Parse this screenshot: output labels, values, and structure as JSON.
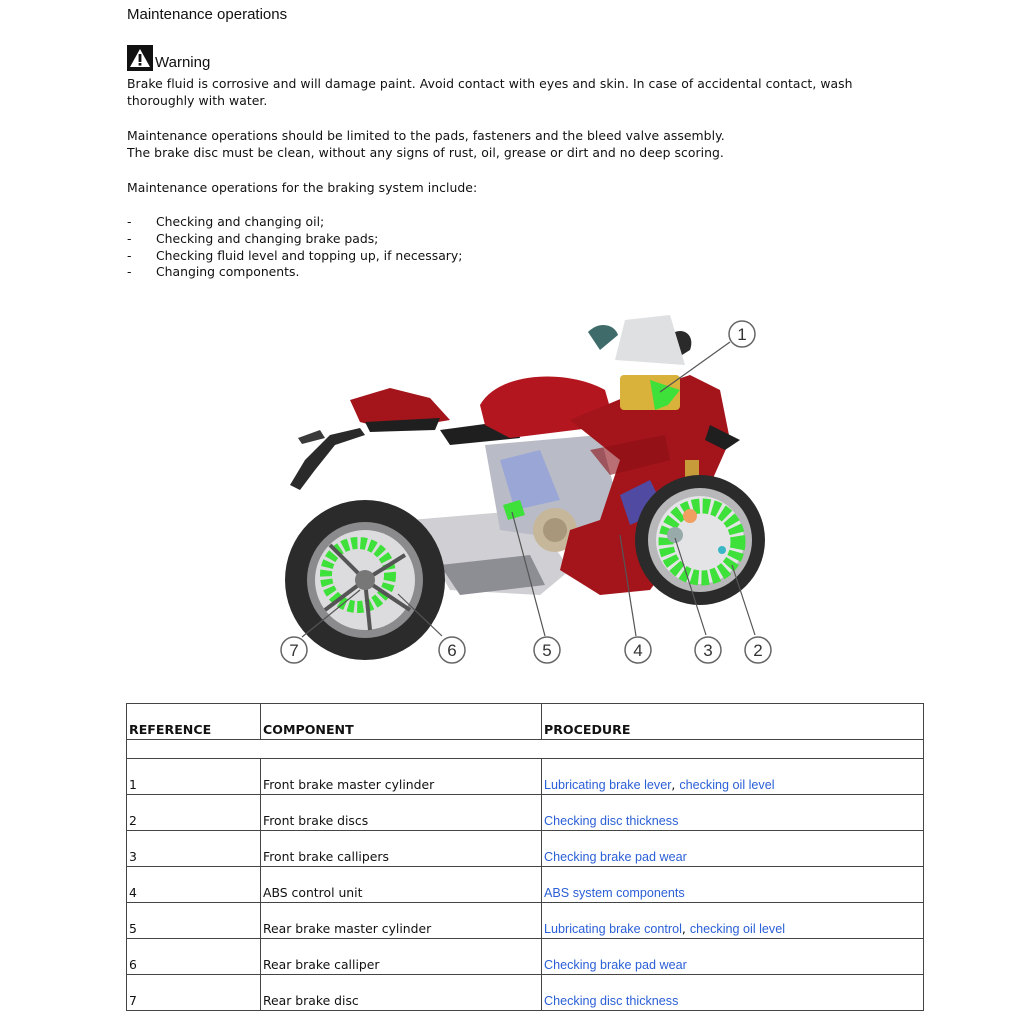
{
  "page": {
    "title": "Maintenance operations",
    "warning": {
      "icon": "warning-triangle-icon",
      "label": "Warning",
      "text_line1": "Brake fluid is corrosive and will damage paint. Avoid contact with eyes and skin. In case of accidental contact, wash",
      "text_line2": "thoroughly with water."
    },
    "para1_line1": "Maintenance operations should be limited to the pads, fasteners and the bleed valve assembly.",
    "para1_line2": "The brake disc must be clean, without any signs of rust, oil, grease or dirt and no deep scoring.",
    "para2": "Maintenance operations for the braking system include:",
    "list": [
      {
        "bullet": "-",
        "text": "Checking and changing oil;"
      },
      {
        "bullet": "-",
        "text": "Checking and changing brake pads;"
      },
      {
        "bullet": "-",
        "text": "Checking fluid level and topping up, if necessary;"
      },
      {
        "bullet": "-",
        "text": "Changing components."
      }
    ]
  },
  "figure": {
    "description": "Red sport motorcycle side view with brake components highlighted in green",
    "callouts": [
      "1",
      "2",
      "3",
      "4",
      "5",
      "6",
      "7"
    ],
    "colors": {
      "body": "#a3141b",
      "highlight": "#3ee03a",
      "tyre": "#2b2b2b"
    }
  },
  "table": {
    "headers": [
      "REFERENCE",
      "COMPONENT",
      "PROCEDURE"
    ],
    "rows": [
      {
        "ref": "1",
        "component": "Front brake master cylinder",
        "procedure": [
          {
            "text": "Lubricating brake lever",
            "link": true
          },
          {
            "text": ", ",
            "link": false
          },
          {
            "text": "checking oil level",
            "link": true
          }
        ]
      },
      {
        "ref": "2",
        "component": "Front brake discs",
        "procedure": [
          {
            "text": "Checking disc thickness",
            "link": true
          }
        ]
      },
      {
        "ref": "3",
        "component": "Front brake callipers",
        "procedure": [
          {
            "text": "Checking brake pad wear",
            "link": true
          }
        ]
      },
      {
        "ref": "4",
        "component": "ABS control unit",
        "procedure": [
          {
            "text": "ABS system components",
            "link": true
          }
        ]
      },
      {
        "ref": "5",
        "component": "Rear brake master cylinder",
        "procedure": [
          {
            "text": "Lubricating brake control",
            "link": true
          },
          {
            "text": ", ",
            "link": false
          },
          {
            "text": "checking oil level",
            "link": true
          }
        ]
      },
      {
        "ref": "6",
        "component": "Rear brake calliper",
        "procedure": [
          {
            "text": "Checking brake pad wear",
            "link": true
          }
        ]
      },
      {
        "ref": "7",
        "component": "Rear brake disc",
        "procedure": [
          {
            "text": "Checking disc thickness",
            "link": true
          }
        ]
      }
    ],
    "link_color": "#2a5fd6"
  }
}
